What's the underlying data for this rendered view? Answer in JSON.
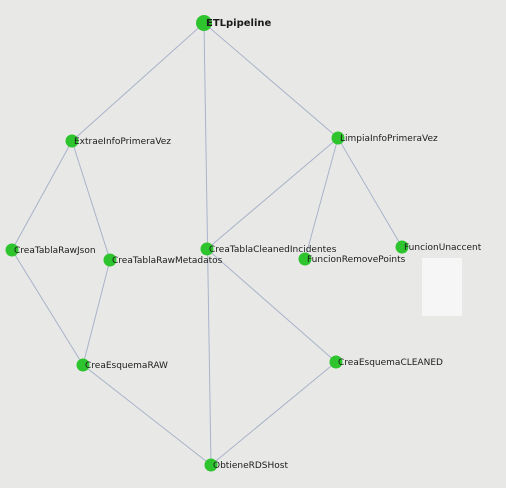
{
  "graph": {
    "node_color": "#2ec42e",
    "edge_color": "#a9b2c9",
    "nodes": [
      {
        "id": "ETLpipeline",
        "label": "ETLpipeline"
      },
      {
        "id": "ExtraeInfoPrimeraVez",
        "label": "ExtraeInfoPrimeraVez"
      },
      {
        "id": "LimpiaInfoPrimeraVez",
        "label": "LimpiaInfoPrimeraVez"
      },
      {
        "id": "CreaTablaRawJson",
        "label": "CreaTablaRawJson"
      },
      {
        "id": "CreaTablaRawMetadatos",
        "label": "CreaTablaRawMetadatos"
      },
      {
        "id": "CreaTablaCleanedIncidentes",
        "label": "CreaTablaCleanedIncidentes"
      },
      {
        "id": "FuncionRemovePoints",
        "label": "FuncionRemovePoints"
      },
      {
        "id": "FuncionUnaccent",
        "label": "FuncionUnaccent"
      },
      {
        "id": "CreaEsquemaRAW",
        "label": "CreaEsquemaRAW"
      },
      {
        "id": "CreaEsquemaCLEANED",
        "label": "CreaEsquemaCLEANED"
      },
      {
        "id": "ObtieneRDSHost",
        "label": "ObtieneRDSHost"
      }
    ],
    "edges": [
      [
        "ETLpipeline",
        "ExtraeInfoPrimeraVez"
      ],
      [
        "ETLpipeline",
        "LimpiaInfoPrimeraVez"
      ],
      [
        "ETLpipeline",
        "ObtieneRDSHost"
      ],
      [
        "ExtraeInfoPrimeraVez",
        "CreaTablaRawJson"
      ],
      [
        "ExtraeInfoPrimeraVez",
        "CreaTablaRawMetadatos"
      ],
      [
        "LimpiaInfoPrimeraVez",
        "CreaTablaCleanedIncidentes"
      ],
      [
        "LimpiaInfoPrimeraVez",
        "FuncionRemovePoints"
      ],
      [
        "LimpiaInfoPrimeraVez",
        "FuncionUnaccent"
      ],
      [
        "CreaTablaRawJson",
        "CreaEsquemaRAW"
      ],
      [
        "CreaTablaRawMetadatos",
        "CreaEsquemaRAW"
      ],
      [
        "CreaTablaCleanedIncidentes",
        "CreaEsquemaCLEANED"
      ],
      [
        "CreaEsquemaRAW",
        "ObtieneRDSHost"
      ],
      [
        "CreaEsquemaCLEANED",
        "ObtieneRDSHost"
      ]
    ]
  }
}
